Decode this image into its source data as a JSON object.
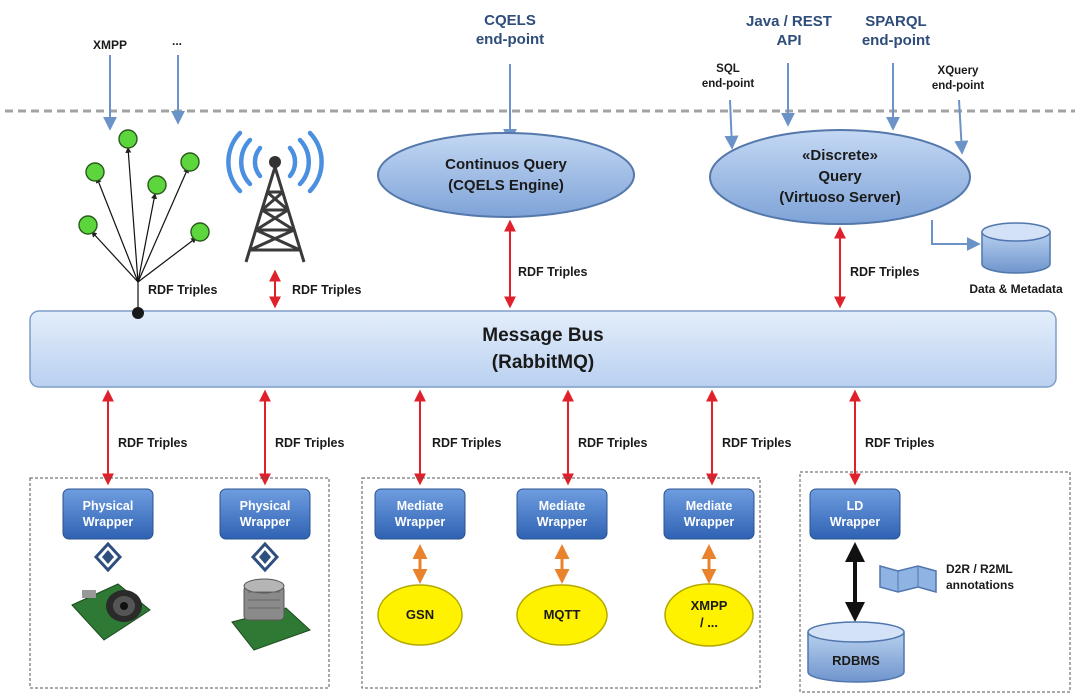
{
  "external": {
    "cqels_endpoint": [
      "CQELS",
      "end-point"
    ],
    "java_rest_api": [
      "Java / REST",
      "API"
    ],
    "sparql_endpoint": [
      "SPARQL",
      "end-point"
    ],
    "sql_endpoint": [
      "SQL",
      "end-point"
    ],
    "xquery_endpoint": [
      "XQuery",
      "end-point"
    ],
    "xmpp": "XMPP",
    "ellipsis": "..."
  },
  "queries": {
    "continuous": [
      "Continuos Query",
      "(CQELS Engine)"
    ],
    "discrete": [
      "«Discrete»",
      "Query",
      "(Virtuoso Server)"
    ]
  },
  "storage": {
    "data_metadata": "Data & Metadata",
    "rdbms": "RDBMS",
    "annotations": [
      "D2R / R2ML",
      "annotations"
    ]
  },
  "bus": [
    "Message Bus",
    "(RabbitMQ)"
  ],
  "rdf_label": "RDF Triples",
  "wrappers": {
    "physical": [
      "Physical",
      "Wrapper"
    ],
    "mediate": [
      "Mediate",
      "Wrapper"
    ],
    "ld": [
      "LD",
      "Wrapper"
    ]
  },
  "sources": {
    "gsn": "GSN",
    "mqtt": "MQTT",
    "xmpp": [
      "XMPP",
      "/ ..."
    ]
  },
  "colors": {
    "bus_fill": "#cfe0f7",
    "wrapper_fill": "#4a7fd0",
    "ellipse_fill": "#a3bfe6",
    "source_fill": "#fff200",
    "red_arrow": "#e0202a",
    "orange_arrow": "#e8822c",
    "endpoint_arrow": "#6b93c7",
    "sensor_node": "#5cd63c"
  },
  "icons": [
    "sensor-network-icon",
    "radio-tower-icon",
    "database-icon",
    "ultrasonic-sensor-icon",
    "gas-sensor-icon",
    "annotation-scroll-icon"
  ]
}
